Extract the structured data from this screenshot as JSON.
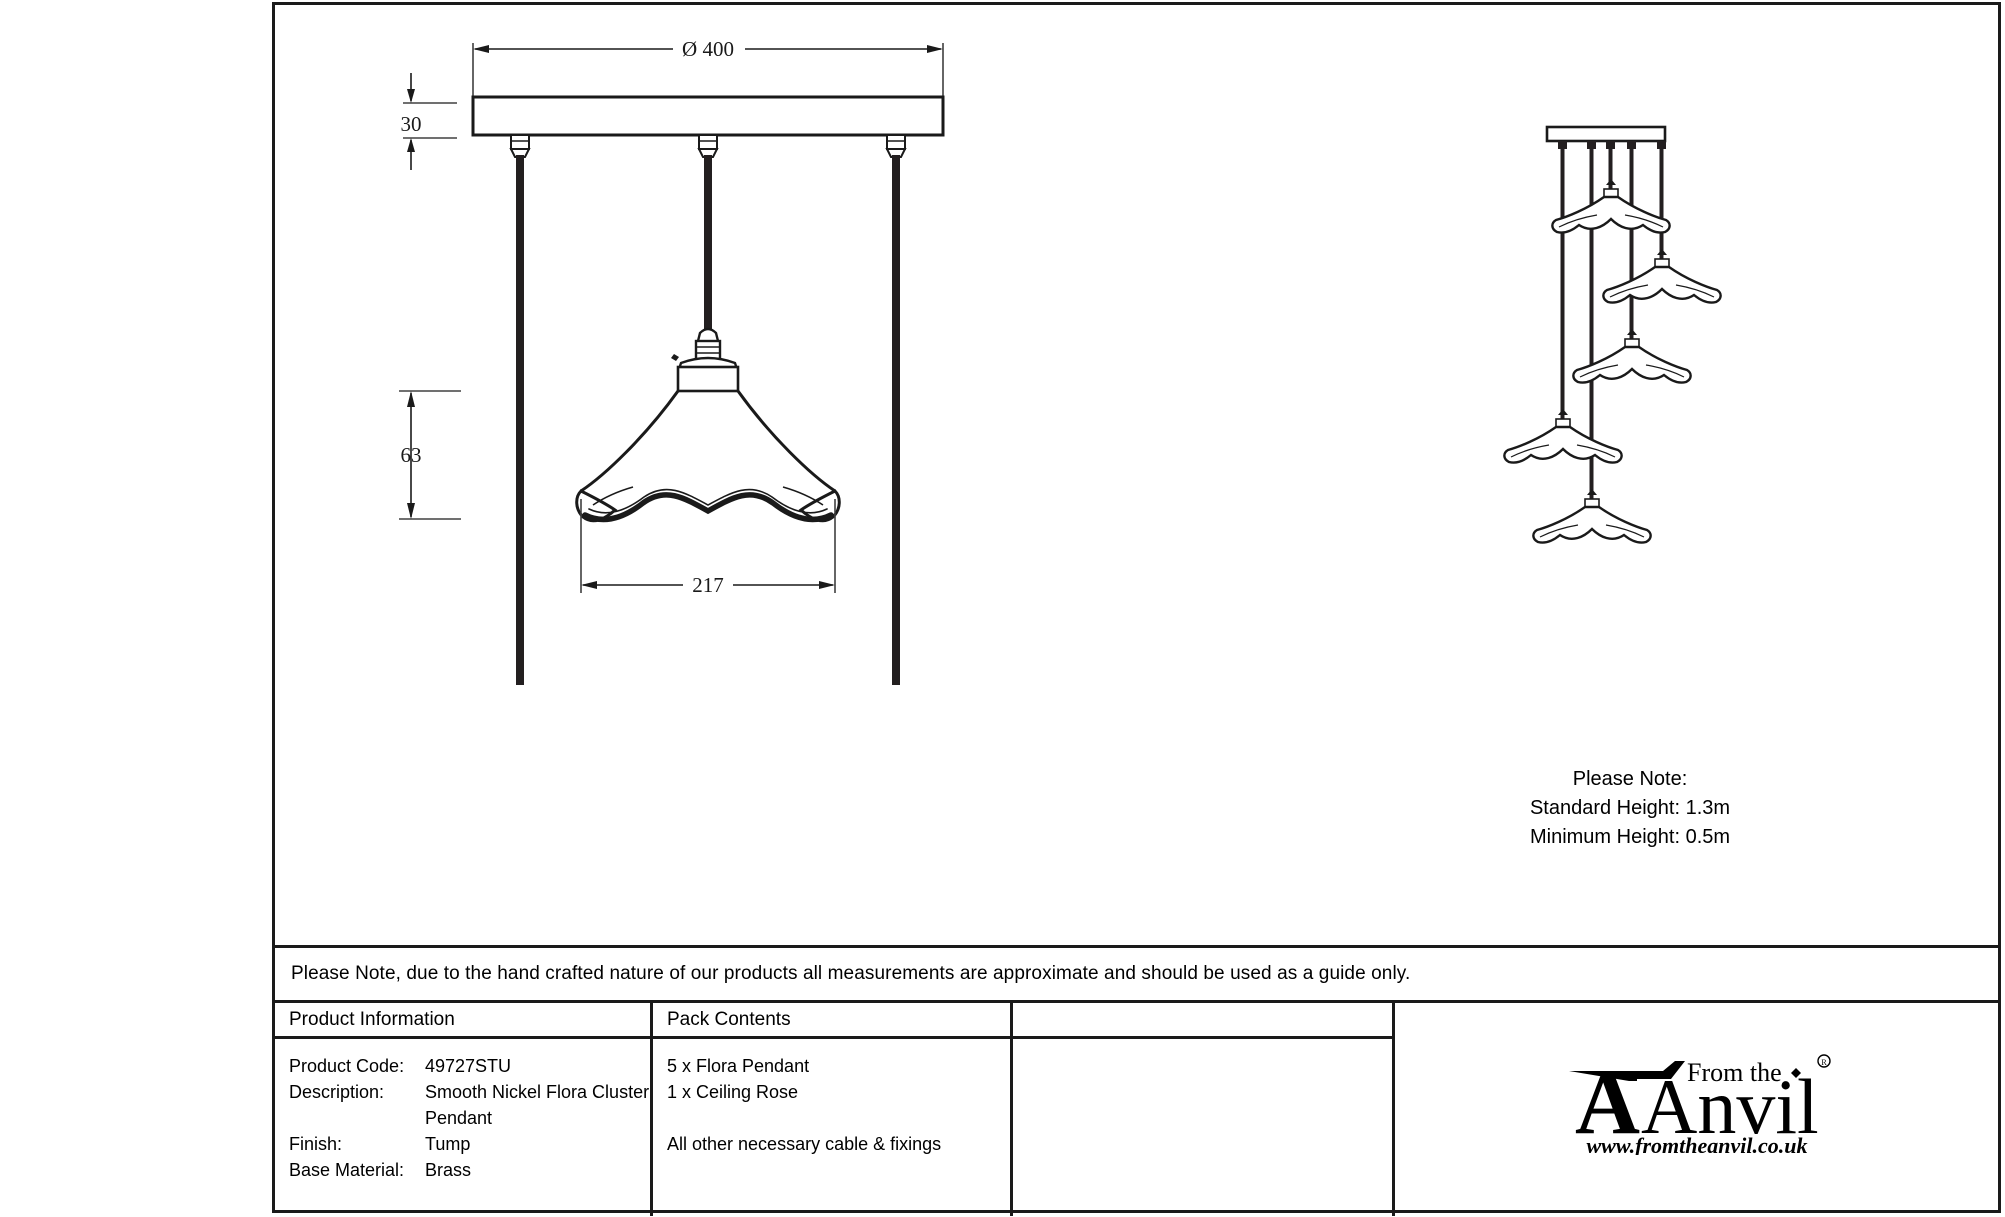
{
  "drawing": {
    "dimensions": {
      "plate_diameter": "Ø 400",
      "plate_thickness": "30",
      "shade_height": "63",
      "shade_diameter": "217"
    },
    "please_note": {
      "title": "Please Note:",
      "standard_height": "Standard Height: 1.3m",
      "minimum_height": "Minimum Height: 0.5m"
    }
  },
  "note_strip": {
    "text": "Please Note, due to the hand crafted nature of our products all measurements are approximate and should be used as a guide only."
  },
  "table": {
    "product_information": {
      "header": "Product Information",
      "rows": [
        {
          "label": "Product Code:",
          "value": "49727STU"
        },
        {
          "label": "Description:",
          "value": "Smooth Nickel Flora Cluster",
          "value_cont": "Pendant"
        },
        {
          "label": "Finish:",
          "value": "Tump"
        },
        {
          "label": "Base Material:",
          "value": "Brass"
        }
      ]
    },
    "pack_contents": {
      "header": "Pack Contents",
      "items": [
        "5 x Flora Pendant",
        "1 x Ceiling Rose",
        "All other necessary cable & fixings"
      ]
    }
  },
  "logo": {
    "top_text": "From the",
    "main_text": "Anvil",
    "registered": "®",
    "url": "www.fromtheanvil.co.uk"
  },
  "colors": {
    "line": "#1a1a1a",
    "background": "#ffffff",
    "dim_line": "#404040"
  }
}
